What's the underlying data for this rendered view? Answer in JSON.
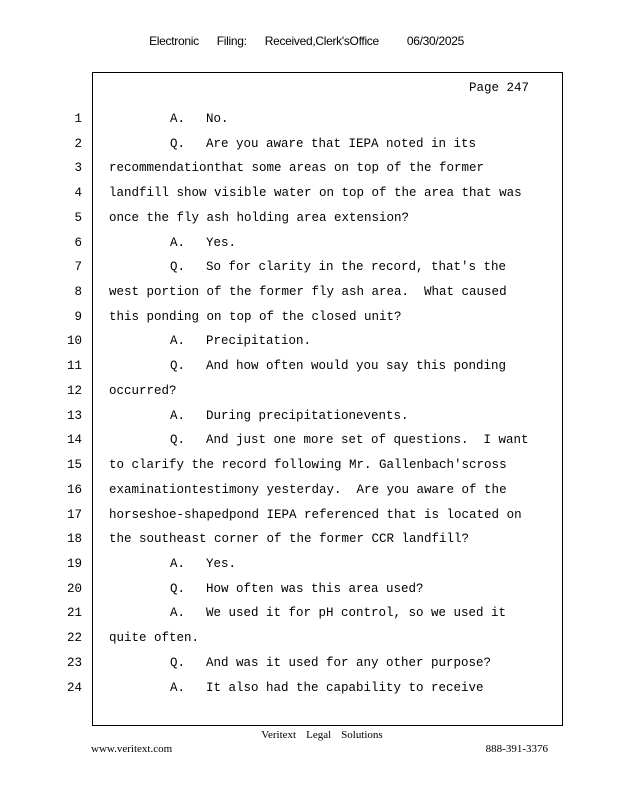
{
  "header": {
    "parts": [
      "Electronic",
      "Filing:",
      "Received,Clerk'sOffice",
      "06/30/2025"
    ]
  },
  "page_label": "Page 247",
  "lines": [
    {
      "num": "1",
      "label": "A.",
      "text": "No."
    },
    {
      "num": "2",
      "label": "Q.",
      "text": "Are you aware that IEPA noted in its"
    },
    {
      "num": "3",
      "label": "",
      "text": "recommendationthat some areas on top of the former"
    },
    {
      "num": "4",
      "label": "",
      "text": "landfill show visible water on top of the area that was"
    },
    {
      "num": "5",
      "label": "",
      "text": "once the fly ash holding area extension?"
    },
    {
      "num": "6",
      "label": "A.",
      "text": "Yes."
    },
    {
      "num": "7",
      "label": "Q.",
      "text": "So for clarity in the record, that's the"
    },
    {
      "num": "8",
      "label": "",
      "text": "west portion of the former fly ash area.  What caused"
    },
    {
      "num": "9",
      "label": "",
      "text": "this ponding on top of the closed unit?"
    },
    {
      "num": "10",
      "label": "A.",
      "text": "Precipitation."
    },
    {
      "num": "11",
      "label": "Q.",
      "text": "And how often would you say this ponding"
    },
    {
      "num": "12",
      "label": "",
      "text": "occurred?"
    },
    {
      "num": "13",
      "label": "A.",
      "text": "During precipitationevents."
    },
    {
      "num": "14",
      "label": "Q.",
      "text": "And just one more set of questions.  I want"
    },
    {
      "num": "15",
      "label": "",
      "text": "to clarify the record following Mr. Gallenbach'scross"
    },
    {
      "num": "16",
      "label": "",
      "text": "examinationtestimony yesterday.  Are you aware of the"
    },
    {
      "num": "17",
      "label": "",
      "text": "horseshoe-shapedpond IEPA referenced that is located on"
    },
    {
      "num": "18",
      "label": "",
      "text": "the southeast corner of the former CCR landfill?"
    },
    {
      "num": "19",
      "label": "A.",
      "text": "Yes."
    },
    {
      "num": "20",
      "label": "Q.",
      "text": "How often was this area used?"
    },
    {
      "num": "21",
      "label": "A.",
      "text": "We used it for pH control, so we used it"
    },
    {
      "num": "22",
      "label": "",
      "text": "quite often."
    },
    {
      "num": "23",
      "label": "Q.",
      "text": "And was it used for any other purpose?"
    },
    {
      "num": "24",
      "label": "A.",
      "text": "It also had the capability to receive"
    }
  ],
  "footer": {
    "company": [
      "Veritext",
      "Legal",
      "Solutions"
    ],
    "website": "www.veritext.com",
    "phone": "888-391-3376"
  }
}
